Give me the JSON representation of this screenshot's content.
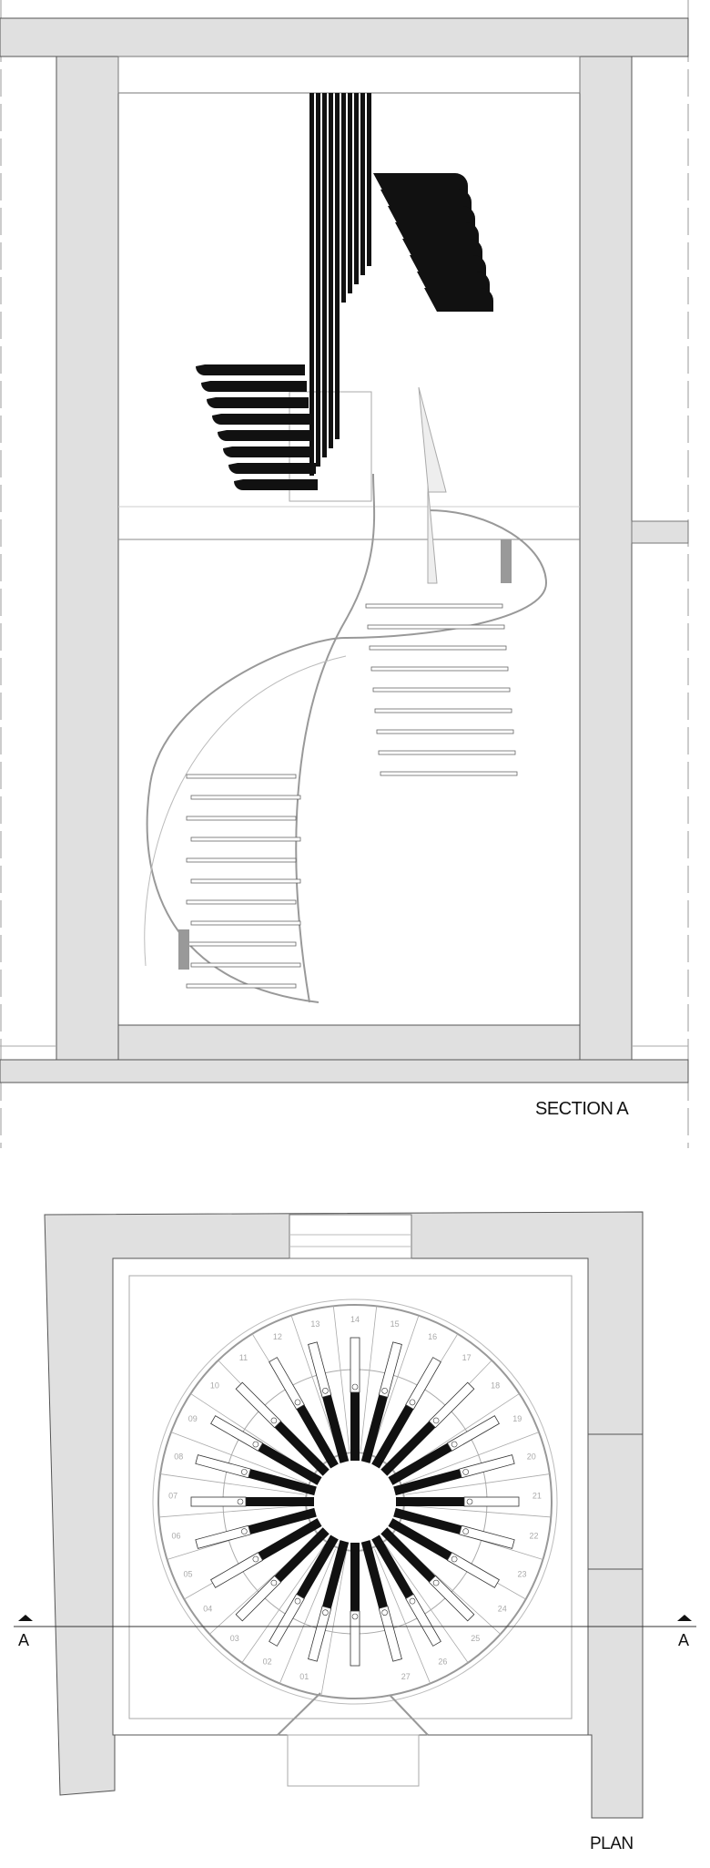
{
  "section": {
    "title": "SECTION A"
  },
  "plan": {
    "title": "PLAN",
    "cut_marker_left": "A",
    "cut_marker_right": "A",
    "steps": [
      "01",
      "02",
      "03",
      "04",
      "05",
      "06",
      "07",
      "08",
      "09",
      "10",
      "11",
      "12",
      "13",
      "14",
      "15",
      "16",
      "17",
      "18",
      "19",
      "20",
      "21",
      "22",
      "23",
      "24",
      "25",
      "26",
      "27"
    ]
  },
  "colors": {
    "wall": "#e0e0e0",
    "line": "#555555",
    "tread": "#111111",
    "faint": "#bbbbbb"
  }
}
